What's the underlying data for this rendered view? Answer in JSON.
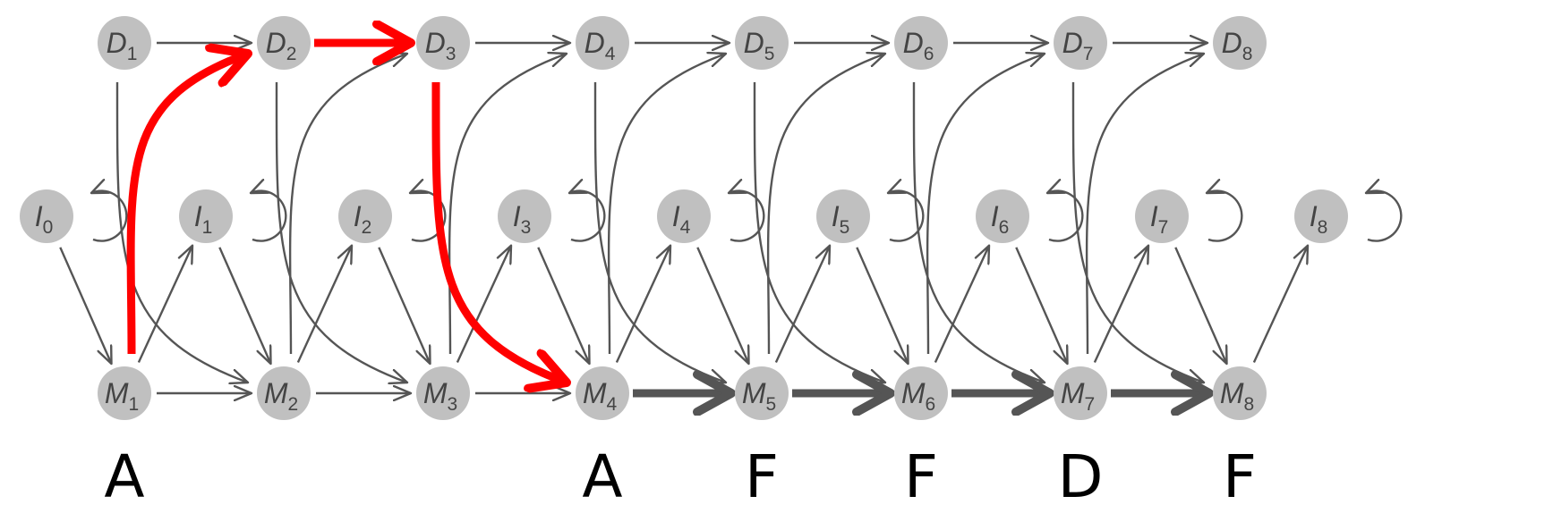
{
  "colors": {
    "node_fill": "#c0c0c0",
    "node_text": "#444444",
    "edge": "#555555",
    "edge_bold": "#555555",
    "path_highlight": "#ff0000",
    "sequence_text": "#000000"
  },
  "nodes": {
    "delete": [
      {
        "id": "D1",
        "letter": "D",
        "sub": "1"
      },
      {
        "id": "D2",
        "letter": "D",
        "sub": "2"
      },
      {
        "id": "D3",
        "letter": "D",
        "sub": "3"
      },
      {
        "id": "D4",
        "letter": "D",
        "sub": "4"
      },
      {
        "id": "D5",
        "letter": "D",
        "sub": "5"
      },
      {
        "id": "D6",
        "letter": "D",
        "sub": "6"
      },
      {
        "id": "D7",
        "letter": "D",
        "sub": "7"
      },
      {
        "id": "D8",
        "letter": "D",
        "sub": "8"
      }
    ],
    "insert": [
      {
        "id": "I0",
        "letter": "I",
        "sub": "0"
      },
      {
        "id": "I1",
        "letter": "I",
        "sub": "1"
      },
      {
        "id": "I2",
        "letter": "I",
        "sub": "2"
      },
      {
        "id": "I3",
        "letter": "I",
        "sub": "3"
      },
      {
        "id": "I4",
        "letter": "I",
        "sub": "4"
      },
      {
        "id": "I5",
        "letter": "I",
        "sub": "5"
      },
      {
        "id": "I6",
        "letter": "I",
        "sub": "6"
      },
      {
        "id": "I7",
        "letter": "I",
        "sub": "7"
      },
      {
        "id": "I8",
        "letter": "I",
        "sub": "8"
      }
    ],
    "match": [
      {
        "id": "M1",
        "letter": "M",
        "sub": "1"
      },
      {
        "id": "M2",
        "letter": "M",
        "sub": "2"
      },
      {
        "id": "M3",
        "letter": "M",
        "sub": "3"
      },
      {
        "id": "M4",
        "letter": "M",
        "sub": "4"
      },
      {
        "id": "M5",
        "letter": "M",
        "sub": "5"
      },
      {
        "id": "M6",
        "letter": "M",
        "sub": "6"
      },
      {
        "id": "M7",
        "letter": "M",
        "sub": "7"
      },
      {
        "id": "M8",
        "letter": "M",
        "sub": "8"
      }
    ]
  },
  "highlighted_path": {
    "red": [
      "M1",
      "D2",
      "D3",
      "M4"
    ],
    "bold": [
      "M4",
      "M5",
      "M6",
      "M7",
      "M8"
    ]
  },
  "sequence": [
    {
      "state": "M1",
      "symbol": "A"
    },
    {
      "state": "M4",
      "symbol": "A"
    },
    {
      "state": "M5",
      "symbol": "F"
    },
    {
      "state": "M6",
      "symbol": "F"
    },
    {
      "state": "M7",
      "symbol": "D"
    },
    {
      "state": "M8",
      "symbol": "F"
    }
  ]
}
